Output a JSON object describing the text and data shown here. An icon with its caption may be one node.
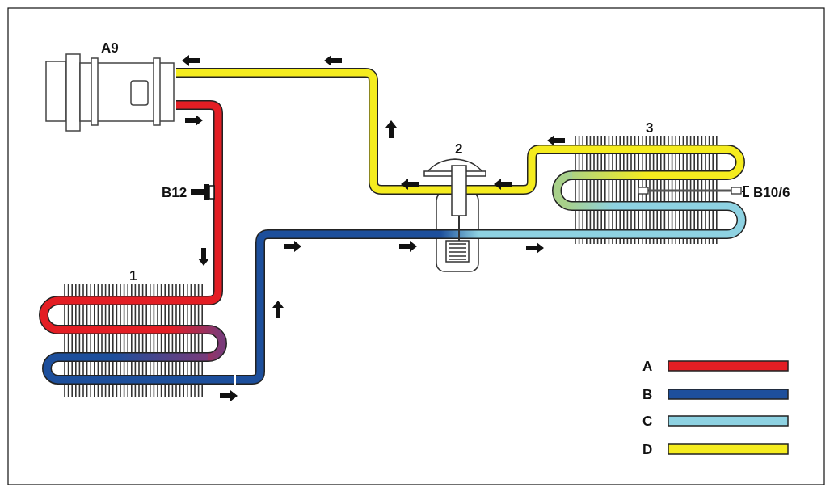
{
  "diagram": {
    "nodes": [
      {
        "text": [
          "A9"
        ]
      },
      {
        "text": [
          "B12"
        ]
      },
      {
        "text": [
          "1"
        ]
      },
      {
        "text": [
          "2"
        ]
      },
      {
        "text": [
          "3"
        ]
      },
      {
        "text": [
          "B10/6"
        ]
      }
    ],
    "edges": [
      {
        "from": 0,
        "to": 2,
        "arrow": "none",
        "color": "#e31e24"
      },
      {
        "from": 2,
        "to": 3,
        "arrow": "none",
        "color": "#1d4f9c"
      },
      {
        "from": 3,
        "to": 4,
        "arrow": "none",
        "color": "#8ed2e2"
      },
      {
        "from": 4,
        "to": 3,
        "arrow": "none",
        "color": "#f5ec1f"
      },
      {
        "from": 3,
        "to": 0,
        "arrow": "none",
        "color": "#f5ec1f"
      }
    ],
    "legend": [
      {
        "text": "A",
        "color": "#e31e24"
      },
      {
        "text": "B",
        "color": "#1d4f9c"
      },
      {
        "text": "C",
        "color": "#8ed2e2"
      },
      {
        "text": "D",
        "color": "#f5ec1f"
      }
    ]
  }
}
